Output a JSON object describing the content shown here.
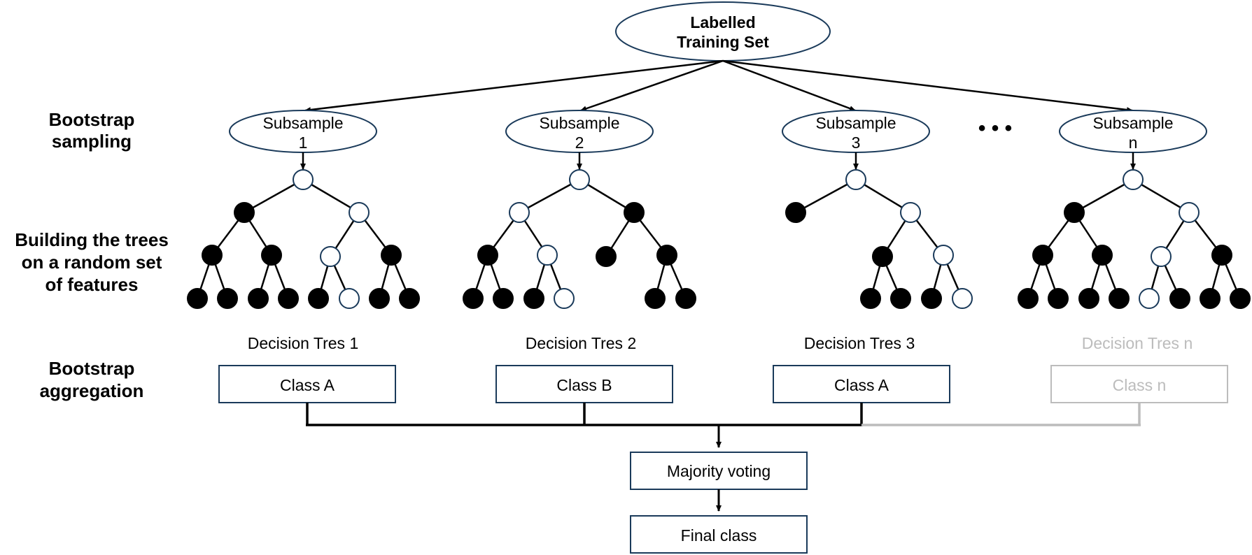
{
  "root": {
    "line1": "Labelled",
    "line2": "Training Set"
  },
  "row_labels": {
    "bootstrap_sampling": [
      "Bootstrap",
      "sampling"
    ],
    "building_trees": [
      "Building the trees",
      "on a random set",
      "of features"
    ],
    "bootstrap_aggregation": [
      "Bootstrap",
      "aggregation"
    ]
  },
  "subsamples": [
    {
      "line1": "Subsample",
      "line2": "1"
    },
    {
      "line1": "Subsample",
      "line2": "2"
    },
    {
      "line1": "Subsample",
      "line2": "3"
    },
    {
      "line1": "Subsample",
      "line2": "n"
    }
  ],
  "ellipsis": "• • •",
  "trees": [
    {
      "caption": "Decision Tres 1",
      "class": "Class  A",
      "muted": false
    },
    {
      "caption": "Decision Tres 2",
      "class": "Class  B",
      "muted": false
    },
    {
      "caption": "Decision Tres 3",
      "class": "Class  A",
      "muted": false
    },
    {
      "caption": "Decision Tres n",
      "class": "Class  n",
      "muted": true
    }
  ],
  "majority_voting": "Majority  voting",
  "final_class": "Final class",
  "colors": {
    "stroke": "#1a3a5a",
    "line": "#000000",
    "muted": "#bcbcbc"
  }
}
